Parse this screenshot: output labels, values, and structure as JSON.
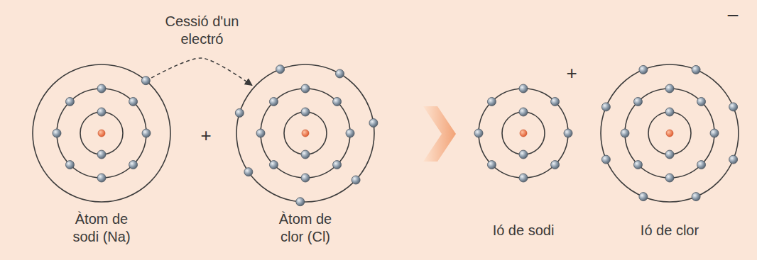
{
  "diagram": {
    "nodes": [
      {
        "text": [
          "Àtom de sodi (Na)"
        ]
      },
      {
        "text": [
          "Àtom de clor (Cl)"
        ]
      },
      {
        "text": [
          "Ió de sodi"
        ]
      },
      {
        "text": [
          "Ió de clor"
        ]
      }
    ],
    "edges": [
      {
        "from": 0,
        "to": 1,
        "arrow": "to",
        "label": "Cessió d'un electró"
      }
    ],
    "labels": [
      "+",
      "+",
      "−"
    ]
  }
}
